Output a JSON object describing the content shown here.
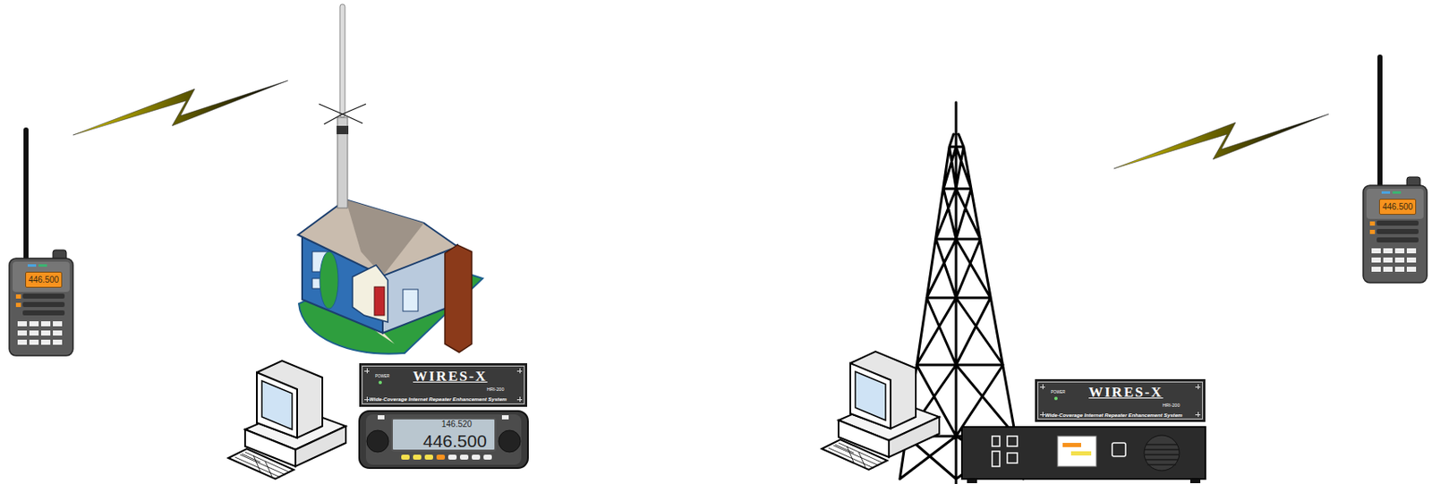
{
  "diagram": {
    "nodes": [
      {
        "text": [
          "446.500"
        ]
      },
      {
        "text": [
          "POWER",
          "WIRES-X",
          "HRI-200",
          "Wide-Coverage Internet Repeater Enhancement System"
        ]
      },
      {
        "text": [
          "146.520",
          "446.500"
        ]
      },
      {
        "text": [
          "POWER",
          "WIRES-X",
          "HRI-200",
          "Wide-Coverage Internet Repeater Enhancement System"
        ]
      },
      {
        "text": [
          "446.500"
        ]
      }
    ]
  }
}
